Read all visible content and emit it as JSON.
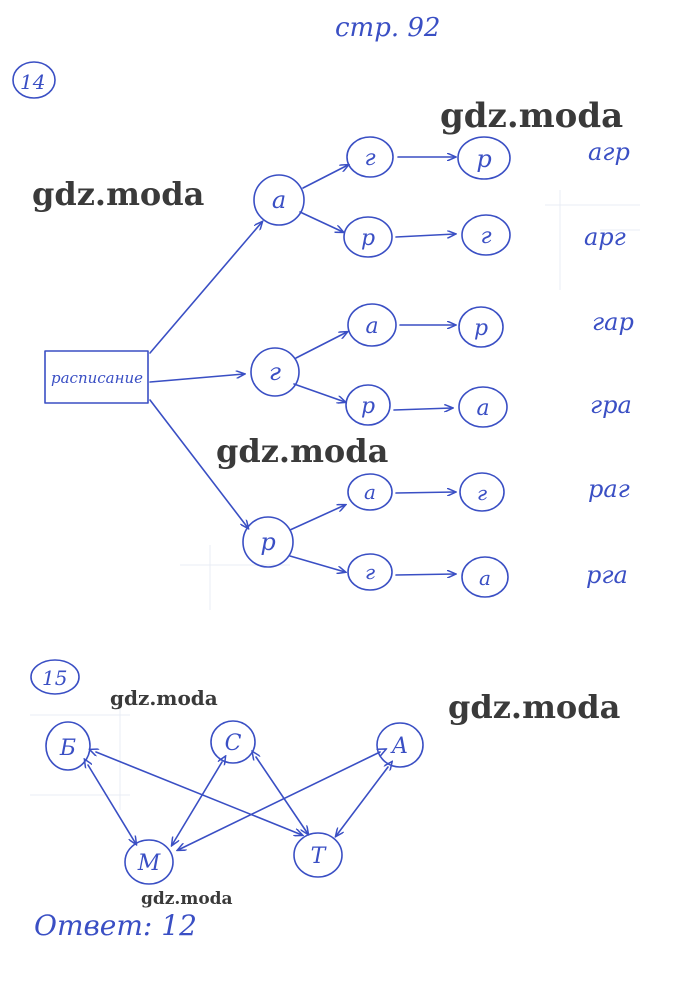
{
  "page_label": "стр. 92",
  "watermark_text": "gdz.moda",
  "ink_color": "#3a4fc4",
  "problem_14": {
    "number": "14",
    "root_label": "расписание",
    "level1": [
      {
        "label": "а",
        "children": [
          {
            "label": "г",
            "leaf": "р",
            "word": "агр"
          },
          {
            "label": "р",
            "leaf": "г",
            "word": "арг"
          }
        ]
      },
      {
        "label": "г",
        "children": [
          {
            "label": "а",
            "leaf": "р",
            "word": "гар"
          },
          {
            "label": "р",
            "leaf": "а",
            "word": "гра"
          }
        ]
      },
      {
        "label": "р",
        "children": [
          {
            "label": "а",
            "leaf": "г",
            "word": "раг"
          },
          {
            "label": "г",
            "leaf": "а",
            "word": "рга"
          }
        ]
      }
    ]
  },
  "problem_15": {
    "number": "15",
    "nodes": [
      "Б",
      "С",
      "А",
      "М",
      "Т"
    ],
    "edges": [
      [
        "Б",
        "М"
      ],
      [
        "Б",
        "Т"
      ],
      [
        "С",
        "М"
      ],
      [
        "С",
        "Т"
      ],
      [
        "А",
        "М"
      ],
      [
        "А",
        "Т"
      ]
    ],
    "answer": "Ответ: 12"
  }
}
